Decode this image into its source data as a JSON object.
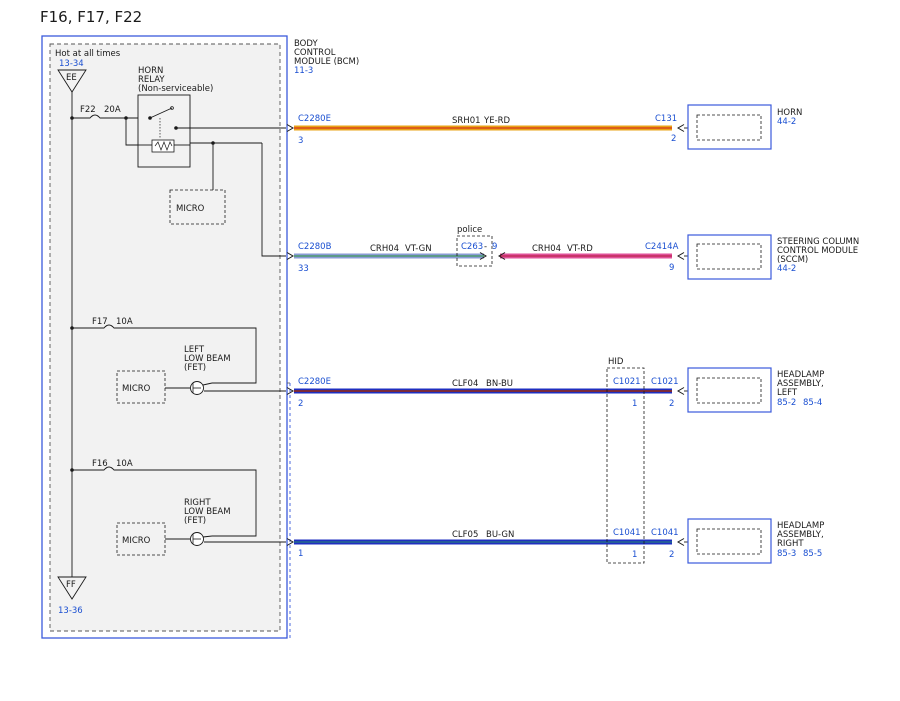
{
  "page": {
    "title": "F16, F17, F22"
  },
  "colors": {
    "module_border": "#3b5bdb",
    "ref_text": "#1a4fd1",
    "wire_ye_rd": "#e8a317",
    "wire_vt_gn": "#8a9bd6",
    "wire_vt_rd": "#e0509a",
    "wire_bn_bu": "#7a2a3a",
    "wire_bu_gn": "#1f2fc0"
  },
  "bcm": {
    "title_lines": [
      "BODY",
      "CONTROL",
      "MODULE (BCM)"
    ],
    "ref": "11-3",
    "hot_label": "Hot at all times",
    "ee_ref": "13-34",
    "ee_label": "EE",
    "ff_label": "FF",
    "ff_ref": "13-36",
    "relay_lines": [
      "HORN",
      "RELAY",
      "(Non-serviceable)"
    ],
    "micro_label": "MICRO",
    "left_beam_lines": [
      "LEFT",
      "LOW BEAM",
      "(FET)"
    ],
    "right_beam_lines": [
      "RIGHT",
      "LOW BEAM",
      "(FET)"
    ]
  },
  "fuses": [
    {
      "name": "F22",
      "rating": "20A"
    },
    {
      "name": "F17",
      "rating": "10A"
    },
    {
      "name": "F16",
      "rating": "10A"
    }
  ],
  "circuits": [
    {
      "bcm_connector": "C2280E",
      "bcm_pin": "3",
      "circuit": "SRH01",
      "color": "YE-RD",
      "device_connector": "C131",
      "device_pin": "2"
    },
    {
      "bcm_connector": "C2280B",
      "bcm_pin": "33",
      "circuit": "CRH04",
      "color": "VT-GN",
      "inline_connector": "C263",
      "inline_pin": "9",
      "inline_label": "police",
      "circuit2": "CRH04",
      "color2": "VT-RD",
      "device_connector": "C2414A",
      "device_pin": "9"
    },
    {
      "bcm_connector": "C2280E",
      "bcm_pin": "2",
      "circuit": "CLF04",
      "color": "BN-BU",
      "inline_connector": "C1021",
      "inline_pin": "1",
      "device_connector": "C1021",
      "device_pin": "2"
    },
    {
      "bcm_connector": "",
      "bcm_pin": "1",
      "circuit": "CLF05",
      "color": "BU-GN",
      "inline_connector": "C1041",
      "inline_pin": "1",
      "device_connector": "C1041",
      "device_pin": "2"
    }
  ],
  "hid_label": "HID",
  "devices": [
    {
      "lines": [
        "HORN"
      ],
      "refs": [
        "44-2"
      ]
    },
    {
      "lines": [
        "STEERING COLUMN",
        "CONTROL MODULE",
        "(SCCM)"
      ],
      "refs": [
        "44-2"
      ]
    },
    {
      "lines": [
        "HEADLAMP",
        "ASSEMBLY,",
        "LEFT"
      ],
      "refs": [
        "85-2",
        "85-4"
      ]
    },
    {
      "lines": [
        "HEADLAMP",
        "ASSEMBLY,",
        "RIGHT"
      ],
      "refs": [
        "85-3",
        "85-5"
      ]
    }
  ]
}
